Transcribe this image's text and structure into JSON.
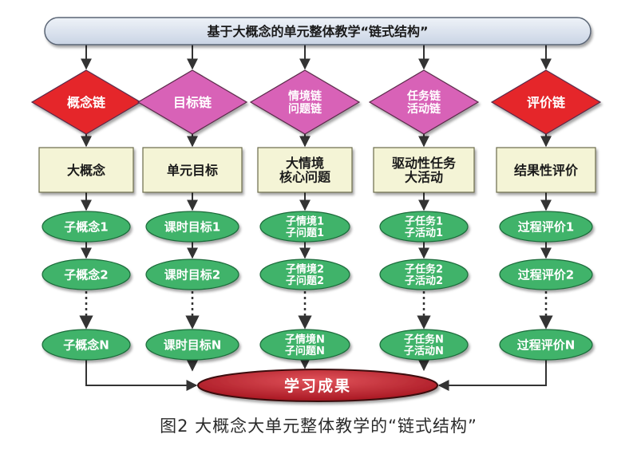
{
  "header": {
    "title": "基于大概念的单元整体教学“链式结构”"
  },
  "columns": [
    {
      "chain": [
        "概念链"
      ],
      "chain_color": "#e5262a",
      "box": [
        "大概念"
      ],
      "nodes": [
        [
          "子概念1"
        ],
        [
          "子概念2"
        ],
        [
          "子概念N"
        ]
      ]
    },
    {
      "chain": [
        "目标链"
      ],
      "chain_color": "#d862b7",
      "box": [
        "单元目标"
      ],
      "nodes": [
        [
          "课时目标1"
        ],
        [
          "课时目标2"
        ],
        [
          "课时目标N"
        ]
      ]
    },
    {
      "chain": [
        "情境链",
        "问题链"
      ],
      "chain_color": "#d862b7",
      "box": [
        "大情境",
        "核心问题"
      ],
      "nodes": [
        [
          "子情境1",
          "子问题1"
        ],
        [
          "子情境2",
          "子问题2"
        ],
        [
          "子情境N",
          "子问题N"
        ]
      ]
    },
    {
      "chain": [
        "任务链",
        "活动链"
      ],
      "chain_color": "#d862b7",
      "box": [
        "驱动性任务",
        "大活动"
      ],
      "nodes": [
        [
          "子任务1",
          "子活动1"
        ],
        [
          "子任务2",
          "子活动2"
        ],
        [
          "子任务N",
          "子活动N"
        ]
      ]
    },
    {
      "chain": [
        "评价链"
      ],
      "chain_color": "#e5262a",
      "box": [
        "结果性评价"
      ],
      "nodes": [
        [
          "过程评价1"
        ],
        [
          "过程评价2"
        ],
        [
          "过程评价N"
        ]
      ]
    }
  ],
  "outcome": {
    "label": "学习成果"
  },
  "caption": "图2  大概念大单元整体教学的“链式结构”",
  "colors": {
    "header_fill": "#d9e2ee",
    "box_fill": "#f4f4d6",
    "node_fill": "#3fb36a",
    "outcome_fill": "#bf1f2b",
    "line": "#333333"
  }
}
